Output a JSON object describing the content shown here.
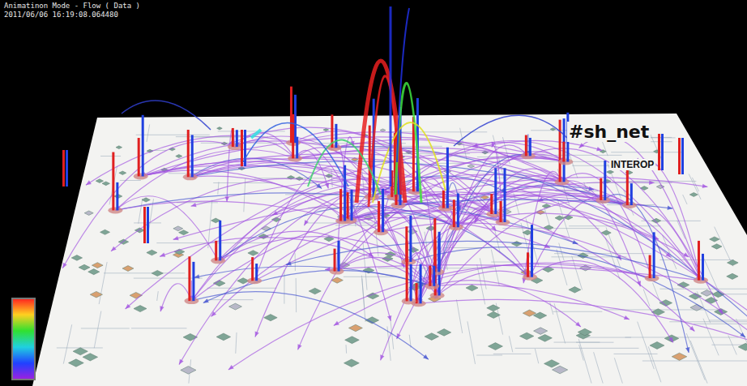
{
  "diagram": {
    "labels": [
      "Animatinon Mode - Flow ( Data )",
      "2011/06/06 16:19:08.064480",
      "#sh_net",
      "INTEROP"
    ]
  }
}
